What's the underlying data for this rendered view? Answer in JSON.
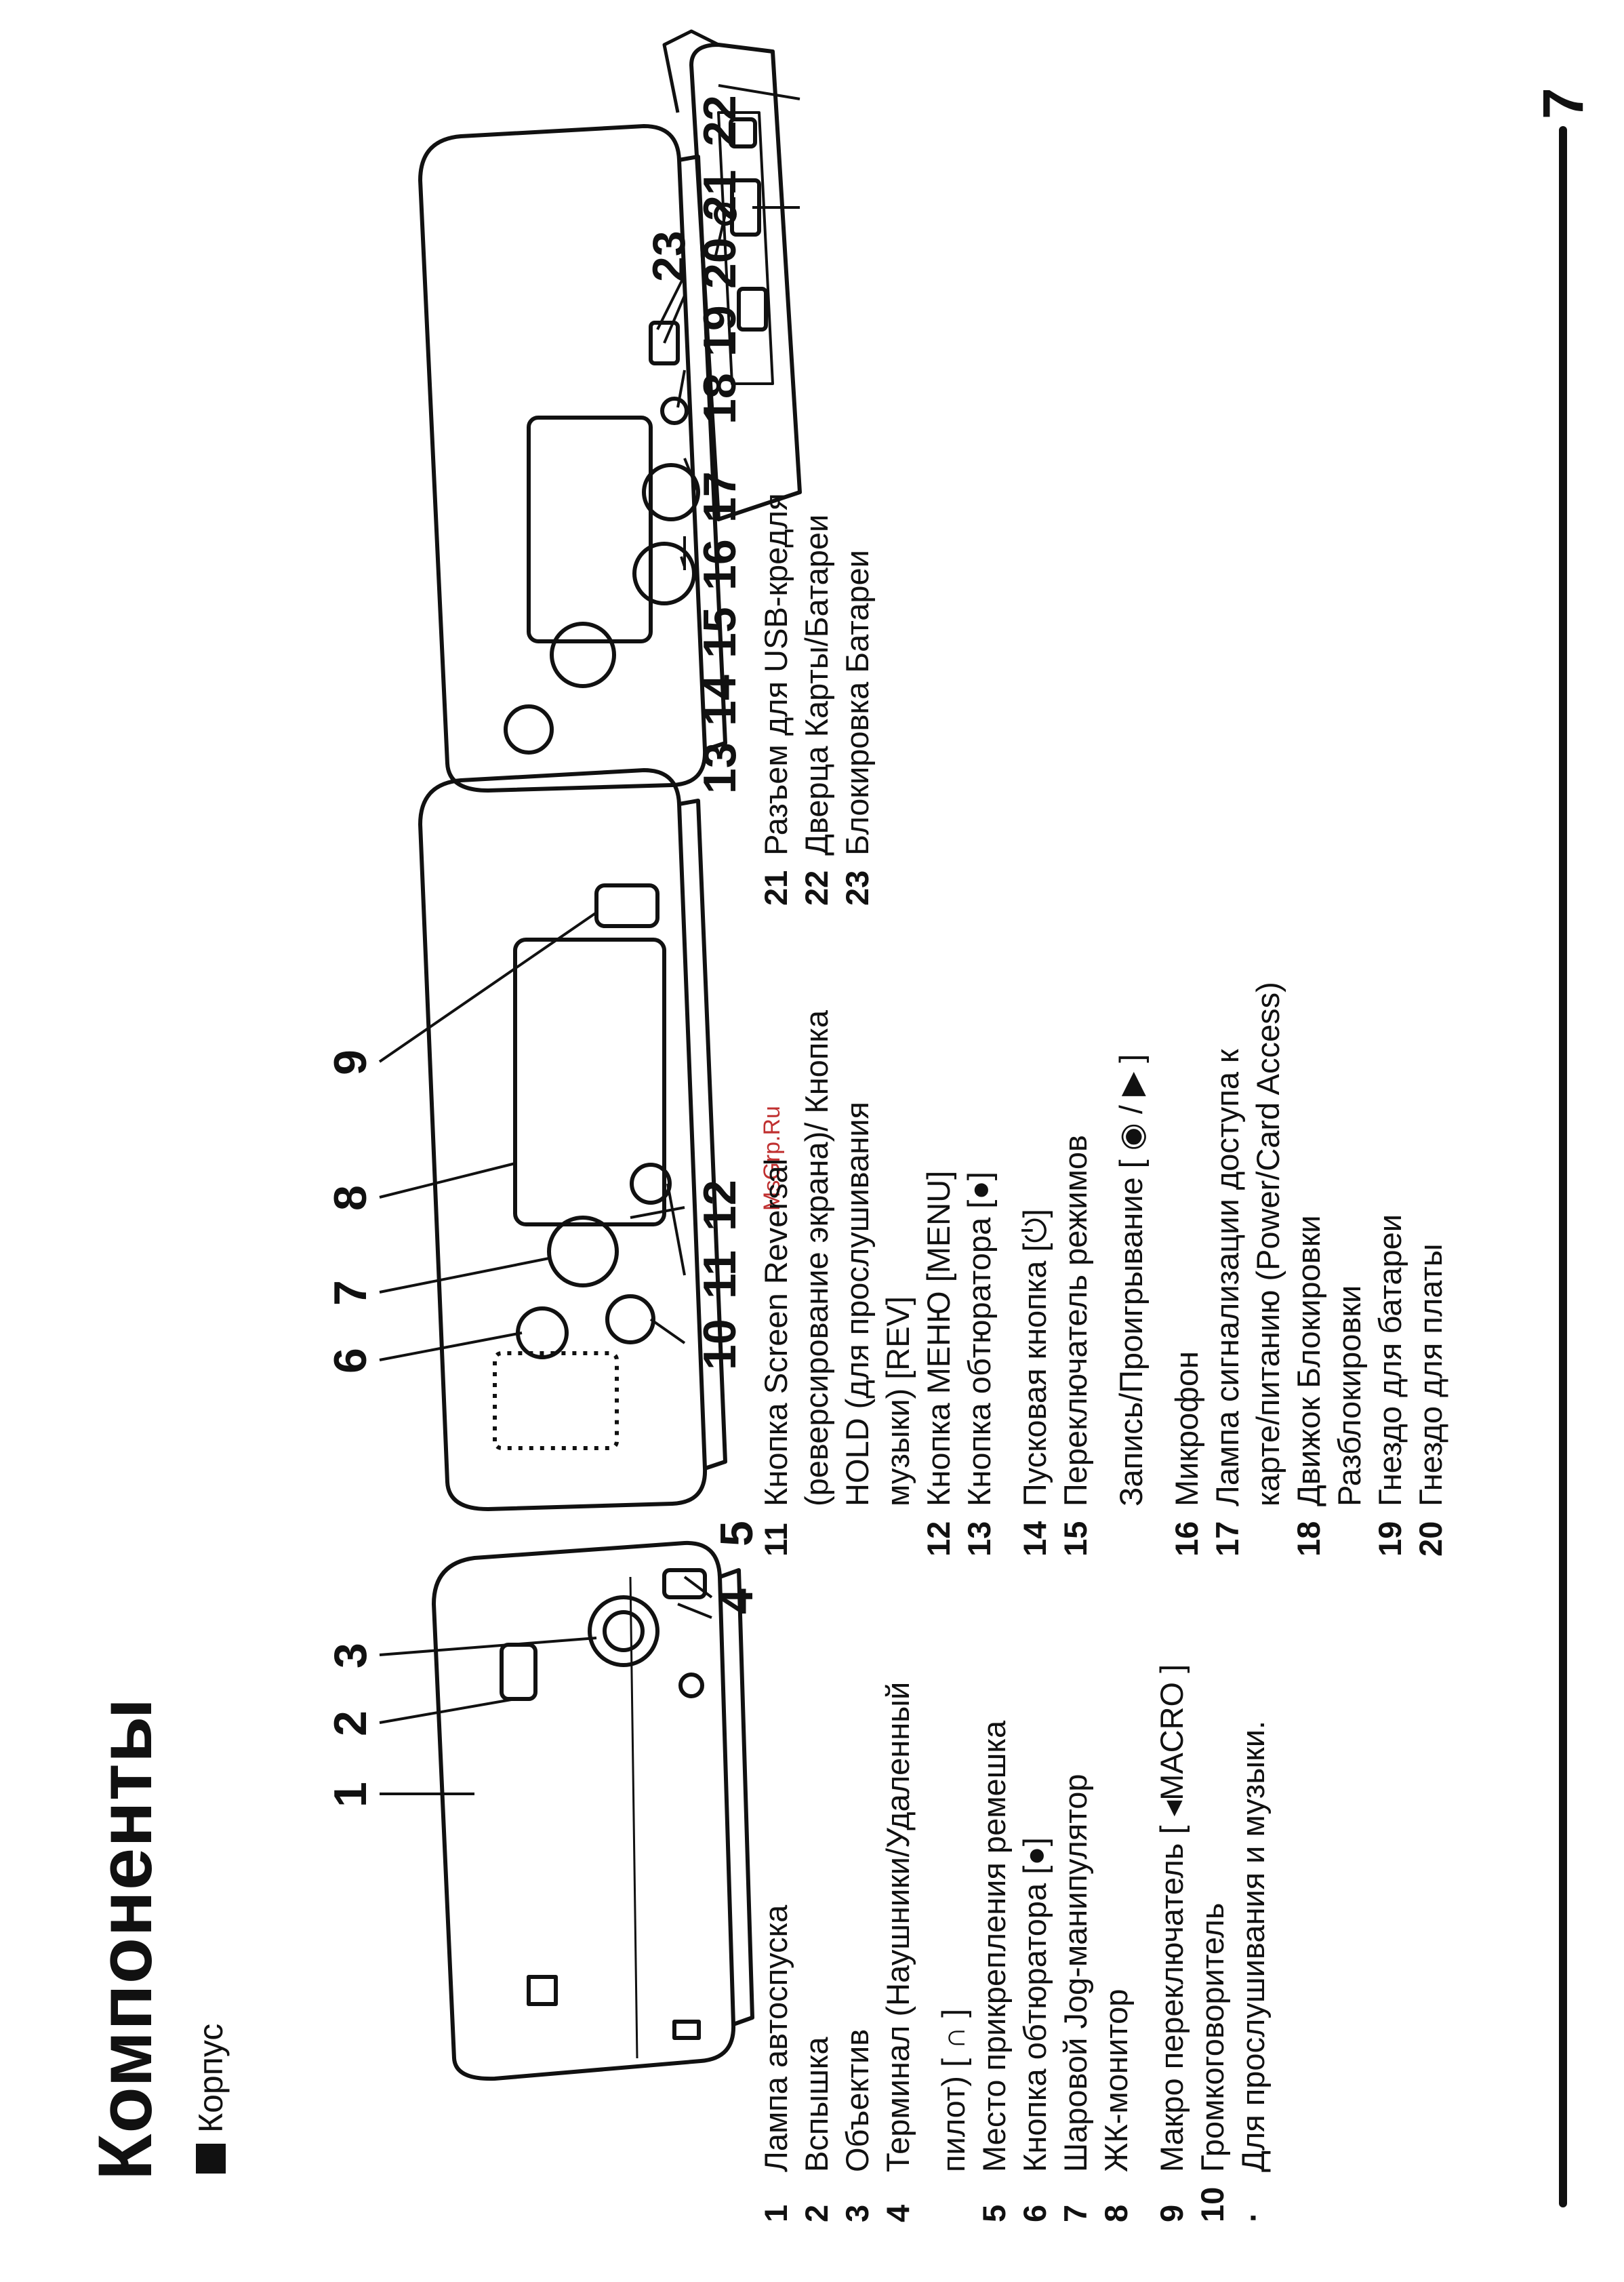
{
  "page": {
    "title": "Компоненты",
    "subtitle": "Корпус",
    "page_number": "7",
    "watermark": "MsGrp.Ru"
  },
  "callouts": {
    "c1": "1",
    "c2": "2",
    "c3": "3",
    "c4": "4",
    "c5": "5",
    "c6": "6",
    "c7": "7",
    "c8": "8",
    "c9": "9",
    "c10": "10",
    "c11": "11",
    "c12": "12",
    "c13": "13",
    "c14": "14",
    "c15": "15",
    "c16": "16",
    "c17": "17",
    "c18": "18",
    "c19": "19",
    "c20": "20",
    "c21": "21",
    "c22": "22",
    "c23": "23"
  },
  "legend": {
    "i1": {
      "n": "1",
      "text": "Лампа автоспуска"
    },
    "i2": {
      "n": "2",
      "text": "Вспышка"
    },
    "i3": {
      "n": "3",
      "text": "Объектив"
    },
    "i4": {
      "n": "4",
      "text": "Терминал (Наушники/Удаленный",
      "cont": "пилот) [ ∩ ]"
    },
    "i5": {
      "n": "5",
      "text": "Место прикрепления ремешка"
    },
    "i6": {
      "n": "6",
      "text": "Кнопка обтюратора [●]"
    },
    "i7": {
      "n": "7",
      "text": "Шаровой Jog-манипулятор"
    },
    "i8": {
      "n": "8",
      "text": "ЖК-монитор"
    },
    "i9": {
      "n": "9",
      "text": "Макро переключатель [ ◂MACRO ]"
    },
    "i10": {
      "n": "10",
      "text": "Громкоговоритель"
    },
    "i10b": {
      "n": "·",
      "text": "Для прослушивания и музыки."
    },
    "i11": {
      "n": "11",
      "text": "Кнопка Screen Reversal",
      "cont1": "(реверсирование экрана)/ Кнопка",
      "cont2": "HOLD (для прослушивания",
      "cont3": "музыки) [REV]"
    },
    "i12": {
      "n": "12",
      "text": "Кнопка МЕНЮ [MENU]"
    },
    "i13": {
      "n": "13",
      "text": "Кнопка обтюратора [●]"
    },
    "i14": {
      "n": "14",
      "text": "Пусковая кнопка [⏻]"
    },
    "i15": {
      "n": "15",
      "text": "Переключатель режимов",
      "cont": "Запись/Проигрывание [ ◉ / ▶ ]"
    },
    "i16": {
      "n": "16",
      "text": "Микрофон"
    },
    "i17": {
      "n": "17",
      "text": "Лампа сигнализации доступа к",
      "cont": "карте/питанию (Power/Card Access)"
    },
    "i18": {
      "n": "18",
      "text": "Движок Блокировки",
      "cont": "Разблокировки"
    },
    "i19": {
      "n": "19",
      "text": "Гнездо для батареи"
    },
    "i20": {
      "n": "20",
      "text": "Гнездо для платы"
    },
    "i21": {
      "n": "21",
      "text": "Разъем для USB-кредля"
    },
    "i22": {
      "n": "22",
      "text": "Дверца Карты/Батареи"
    },
    "i23": {
      "n": "23",
      "text": "Блокировка Батареи"
    }
  }
}
